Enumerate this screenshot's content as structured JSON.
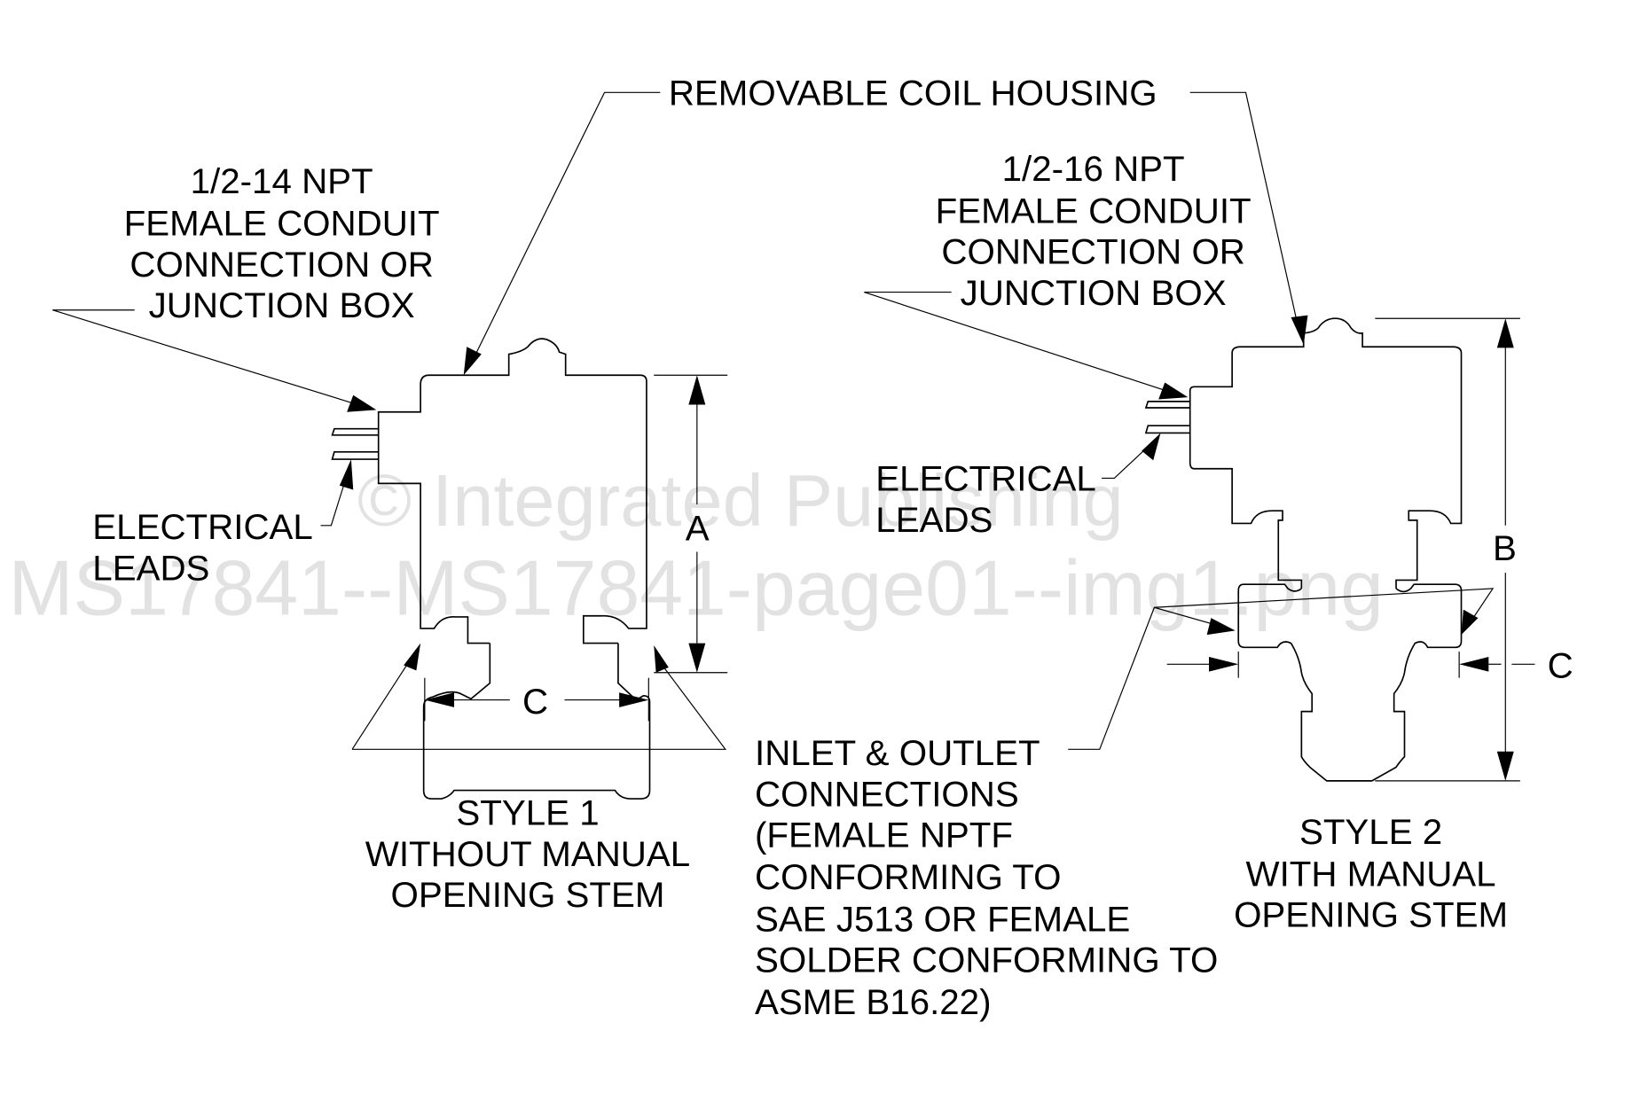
{
  "watermark": {
    "line1": "© Integrated Publishing",
    "line2": "MS17841--MS17841-page01--img1.png"
  },
  "labels": {
    "removable_coil_housing": "REMOVABLE COIL HOUSING",
    "style1_conduit": [
      "1/2-14 NPT",
      "FEMALE CONDUIT",
      "CONNECTION OR",
      "JUNCTION BOX"
    ],
    "style2_conduit": [
      "1/2-16 NPT",
      "FEMALE CONDUIT",
      "CONNECTION OR",
      "JUNCTION BOX"
    ],
    "style1_leads": [
      "ELECTRICAL",
      "LEADS"
    ],
    "style2_leads": [
      "ELECTRICAL",
      "LEADS"
    ],
    "inlet_outlet": [
      "INLET & OUTLET",
      "CONNECTIONS",
      "(FEMALE NPTF",
      "CONFORMING TO",
      "SAE J513 OR FEMALE",
      "SOLDER CONFORMING TO",
      "ASME B16.22)"
    ],
    "style1_caption": [
      "STYLE 1",
      "WITHOUT MANUAL",
      "OPENING STEM"
    ],
    "style2_caption": [
      "STYLE 2",
      "WITH MANUAL",
      "OPENING STEM"
    ]
  },
  "dimensions": {
    "style1_height": "A",
    "style1_width": "C",
    "style2_height": "B",
    "style2_width": "C"
  }
}
